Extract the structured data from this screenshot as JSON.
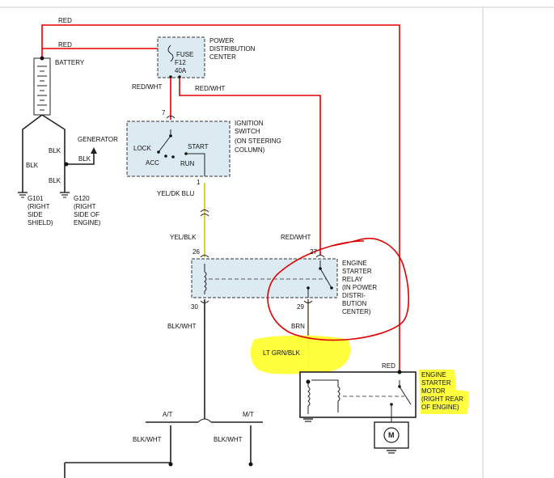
{
  "colors": {
    "red_wire": "#e10000",
    "black_wire": "#222222",
    "yellow_wire": "#d8c400",
    "brown_wire": "#7a5a2a",
    "green_wire": "#33cc33",
    "highlight": "#ffff33",
    "component_fill": "#dceaf2",
    "annotation_circle": "#e10000"
  },
  "labels": {
    "red_top": "RED",
    "red_fuse": "RED",
    "battery": "BATTERY",
    "pdc_1": "POWER",
    "pdc_2": "DISTRIBUTION",
    "pdc_3": "CENTER",
    "fuse": "FUSE",
    "fuse_id": "F12",
    "fuse_rating": "40A",
    "red_wht_left": "RED/WHT",
    "red_wht_right": "RED/WHT",
    "pin_7": "7",
    "ign_1": "IGNITION",
    "ign_2": "SWITCH",
    "ign_3": "(ON STEERING",
    "ign_4": "COLUMN)",
    "lock": "LOCK",
    "start": "START",
    "acc": "ACC",
    "run": "RUN",
    "generator": "GENERATOR",
    "blk_gen": "BLK",
    "blk_a": "BLK",
    "blk_b": "BLK",
    "blk_c": "BLK",
    "g101_1": "G101",
    "g101_2": "(RIGHT",
    "g101_3": "SIDE",
    "g101_4": "SHIELD)",
    "g120_1": "G120",
    "g120_2": "(RIGHT",
    "g120_3": "SIDE OF",
    "g120_4": "ENGINE)",
    "pin_1": "1",
    "yel_dk_blu": "YEL/DK BLU",
    "yel_blk": "YEL/BLK",
    "red_wht_relay": "RED/WHT",
    "pin_26": "26",
    "pin_27": "27",
    "relay_1": "ENGINE",
    "relay_2": "STARTER",
    "relay_3": "RELAY",
    "relay_4": "(IN POWER",
    "relay_5": "DISTRI-",
    "relay_6": "BUTION",
    "relay_7": "CENTER)",
    "pin_30": "30",
    "pin_29": "29",
    "blk_wht_main": "BLK/WHT",
    "brn": "BRN",
    "lt_grn_blk": "LT GRN/BLK",
    "red_motor": "RED",
    "motor_1": "ENGINE",
    "motor_2": "STARTER",
    "motor_3": "MOTOR",
    "motor_4": "(RIGHT REAR",
    "motor_5": "OF ENGINE)",
    "motor_symbol": "M",
    "at": "A/T",
    "mt": "M/T",
    "blk_wht_left": "BLK/WHT",
    "blk_wht_right": "BLK/WHT"
  }
}
